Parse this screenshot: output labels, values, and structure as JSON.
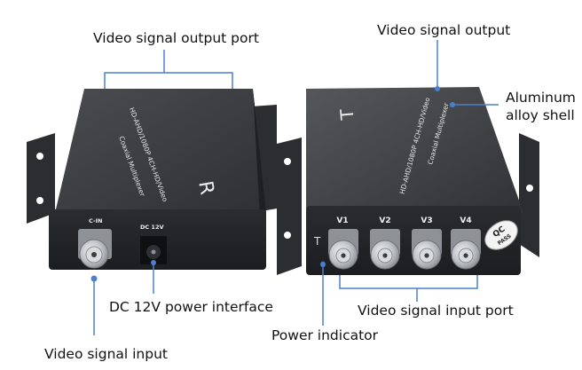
{
  "callouts": {
    "video_signal_output_port": "Video signal output port",
    "video_signal_output": "Video signal output",
    "aluminum_alloy_shell_line1": "Aluminum",
    "aluminum_alloy_shell_line2": "alloy shell",
    "dc_12v_power_interface": "DC 12V power interface",
    "video_signal_input_port": "Video signal input port",
    "power_indicator": "Power indicator",
    "video_signal_input": "Video signal input"
  },
  "receiver": {
    "top_model": "HD-AHD/1080P 4CH-HD/Video",
    "top_subtitle": "Coaxial Multiplexer",
    "letter": "R",
    "port_cin": "C-IN",
    "port_dc": "DC 12V"
  },
  "transmitter": {
    "top_model": "HD-AHD/1080P 4CH-HD/Video",
    "top_subtitle": "Coaxial Multiplexer",
    "letter": "T",
    "side_letter": "T",
    "ports": [
      "V1",
      "V2",
      "V3",
      "V4"
    ],
    "qc_sticker_line1": "QC",
    "qc_sticker_line2": "PASS"
  },
  "colors": {
    "callout_line": "#4c7fd0",
    "device_body": "#2b2d30",
    "device_top": "#3a3c40",
    "bnc_silver": "#c9ccd0",
    "label_text": "#111111"
  }
}
